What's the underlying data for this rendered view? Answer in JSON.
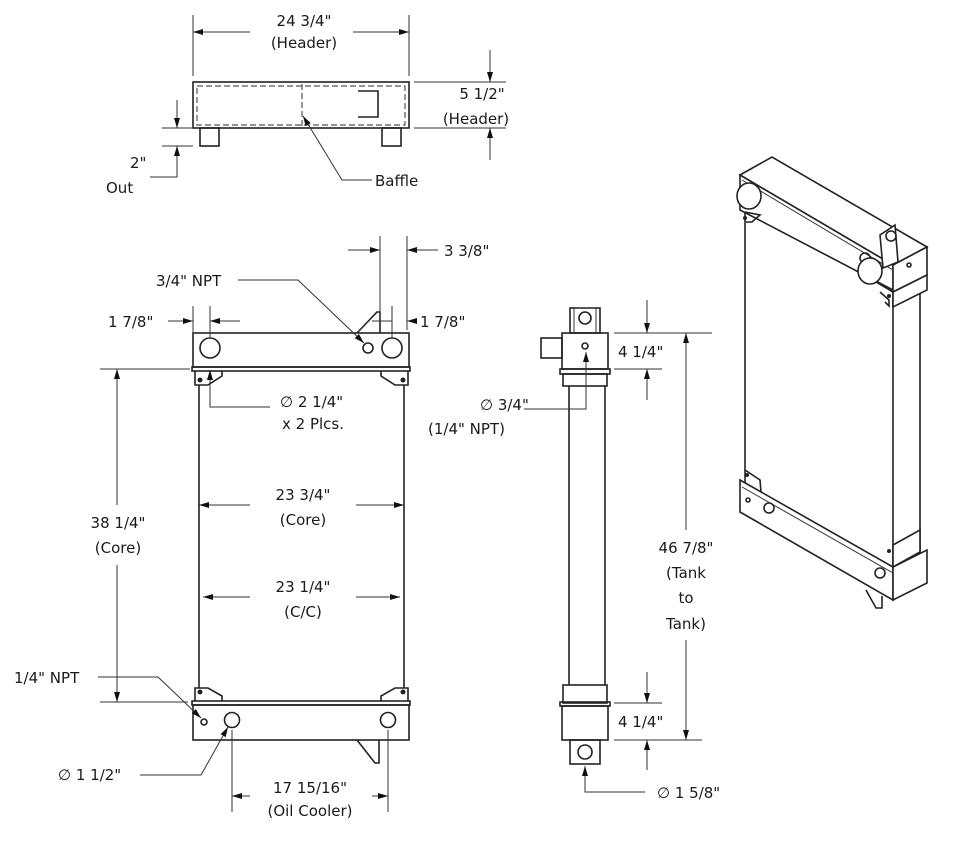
{
  "top_view": {
    "width_value": "24 3/4\"",
    "width_note": "(Header)",
    "height_value": "5 1/2\"",
    "height_note": "(Header)",
    "outlet_value": "2\"",
    "outlet_note": "Out",
    "baffle_label": "Baffle"
  },
  "front_view": {
    "top_spacing": "3 3/8\"",
    "left_offset": "1 7/8\"",
    "right_offset": "1 7/8\"",
    "top_npt": "3/4\" NPT",
    "inlet_diameter": "∅ 2 1/4\"",
    "inlet_count": "x 2 Plcs.",
    "core_height_value": "38 1/4\"",
    "core_height_note": "(Core)",
    "core_width_value": "23 3/4\"",
    "core_width_note": "(Core)",
    "cc_value": "23 1/4\"",
    "cc_note": "(C/C)",
    "bottom_npt": "1/4\" NPT",
    "oil_diameter": "∅ 1 1/2\"",
    "oil_spacing_value": "17 15/16\"",
    "oil_spacing_note": "(Oil Cooler)"
  },
  "side_view": {
    "top_tank": "4 1/4\"",
    "bottom_tank": "4 1/4\"",
    "port_diameter": "∅ 3/4\"",
    "port_note": "(1/4\" NPT)",
    "overall_value": "46 7/8\"",
    "overall_note_1": "(Tank",
    "overall_note_2": "to",
    "overall_note_3": "Tank)",
    "outlet_diameter": "∅ 1 5/8\""
  }
}
